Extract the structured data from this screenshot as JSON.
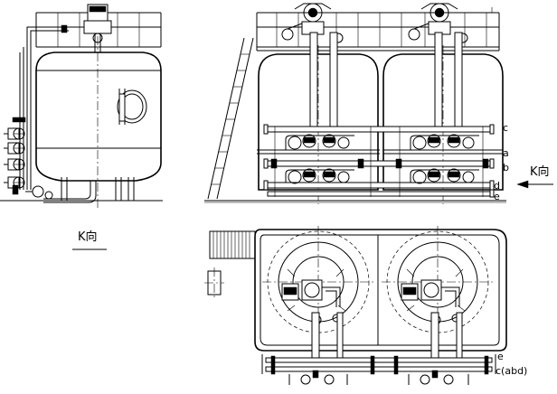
{
  "labels": {
    "view_k_caption": "K向",
    "view_k_arrow": "K向",
    "pipe_c": "c",
    "pipe_a": "a",
    "pipe_b": "b",
    "pipe_d": "d",
    "pipe_e": "e",
    "plan_e": "e",
    "plan_c_abd": "c(abd)"
  },
  "colors": {
    "line": "#000000",
    "background": "#ffffff"
  }
}
